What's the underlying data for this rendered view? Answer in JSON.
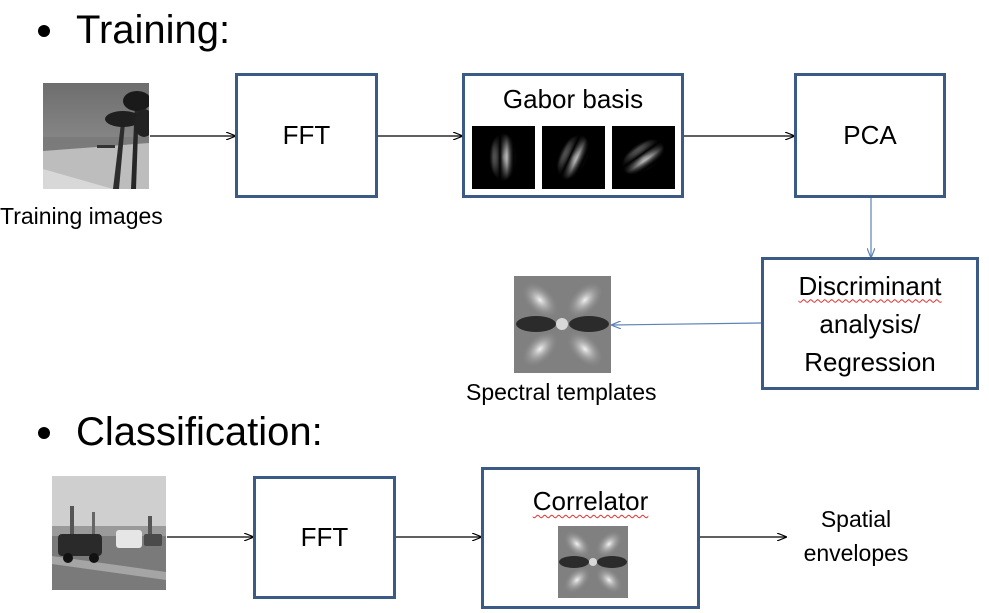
{
  "sections": {
    "training": "Training:",
    "classification": "Classification:"
  },
  "training": {
    "image_caption": "Training images",
    "fft": "FFT",
    "gabor_title": "Gabor basis",
    "pca": "PCA",
    "discriminant_line1": "Discriminant",
    "discriminant_line2": "analysis/",
    "discriminant_line3": "Regression",
    "templates_caption": "Spectral templates"
  },
  "classification": {
    "fft": "FFT",
    "correlator": "Correlator",
    "output_line1": "Spatial",
    "output_line2": "envelopes"
  },
  "colors": {
    "box_border": "#3b5a86",
    "arrow_black": "#000000",
    "arrow_blue": "#5b83b8",
    "spellcheck": "#e03030"
  }
}
